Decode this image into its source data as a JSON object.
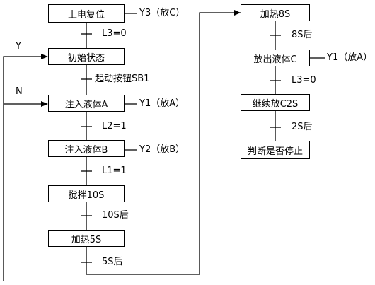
{
  "left_column": [
    {
      "step": "上电复位",
      "action": "Y3（放C）",
      "transition": "L3=0"
    },
    {
      "step": "初始状态",
      "action": "",
      "transition": "起动按钮SB1"
    },
    {
      "step": "注入液体A",
      "action": "Y1（放A）",
      "transition": "L2=1"
    },
    {
      "step": "注入液体B",
      "action": "Y2（放B）",
      "transition": "L1=1"
    },
    {
      "step": "搅拌10S",
      "action": "",
      "transition": "10S后"
    },
    {
      "step": "加热5S",
      "action": "",
      "transition": "5S后"
    }
  ],
  "right_column": [
    {
      "step": "加热8S",
      "action": "",
      "transition": "8S后"
    },
    {
      "step": "放出液体C",
      "action": "Y1（放A）",
      "transition": "L3=0"
    },
    {
      "step": "继续放C2S",
      "action": "",
      "transition": "2S后"
    },
    {
      "step": "判断是否停止",
      "action": "",
      "transition": ""
    }
  ],
  "loop_labels": {
    "yes": "Y",
    "no": "N"
  }
}
